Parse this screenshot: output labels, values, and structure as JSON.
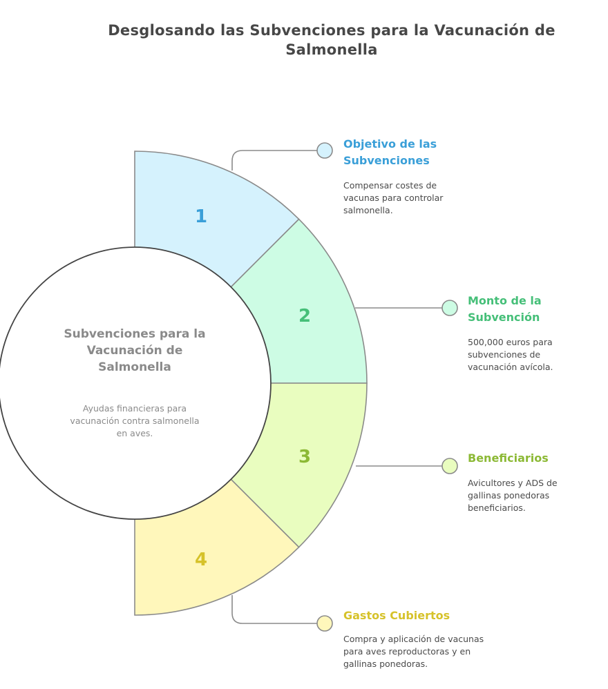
{
  "title": "Desglosando las Subvenciones para la Vacunación de Salmonella",
  "center": {
    "title": "Subvenciones para la Vacunación de Salmonella",
    "description": "Ayudas financieras para vacunación contra salmonella en aves."
  },
  "segments": [
    {
      "number": "1",
      "title": "Objetivo de las Subvenciones",
      "description": "Compensar costes de vacunas para controlar salmonella.",
      "fill": "#d5f2fd",
      "accent": "#3a9fd8"
    },
    {
      "number": "2",
      "title": "Monto de la Subvención",
      "description": "500,000 euros para subvenciones de vacunación avícola.",
      "fill": "#cdfce4",
      "accent": "#45bf78"
    },
    {
      "number": "3",
      "title": "Beneficiarios",
      "description": "Avicultores y ADS de gallinas ponedoras beneficiarios.",
      "fill": "#e9fdbf",
      "accent": "#8cb935"
    },
    {
      "number": "4",
      "title": "Gastos Cubiertos",
      "description": "Compra y aplicación de vacunas para aves reproductoras y en gallinas ponedoras.",
      "fill": "#fff7bb",
      "accent": "#d6c22a"
    }
  ]
}
